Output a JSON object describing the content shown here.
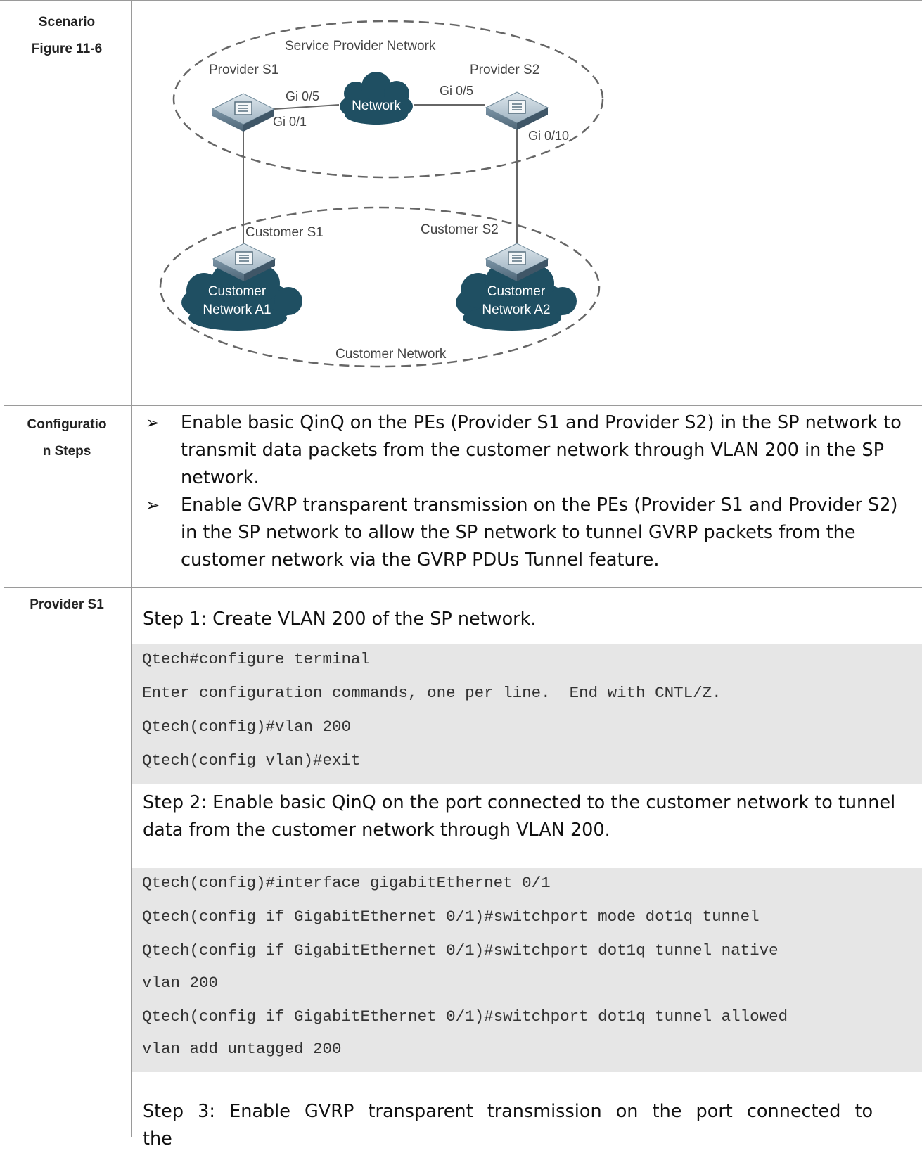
{
  "labels": {
    "scenario": "Scenario",
    "figure": "Figure 11-6",
    "config_steps_1": "Configuratio",
    "config_steps_2": "n Steps",
    "provider": "Provider S1"
  },
  "diagram": {
    "sp_network": "Service Provider  Network",
    "provider_s1": "Provider S1",
    "provider_s2": "Provider S2",
    "network": "Network",
    "gi05_left": "Gi 0/5",
    "gi05_right": "Gi 0/5",
    "gi01": "Gi 0/1",
    "gi010": "Gi 0/10",
    "customer_s1": "Customer S1",
    "customer_s2": "Customer S2",
    "cust_a1_l1": "Customer",
    "cust_a1_l2": "Network A1",
    "cust_a2_l1": "Customer",
    "cust_a2_l2": "Network A2",
    "customer_network": "Customer Network"
  },
  "bullets": [
    {
      "lines": [
        "Enable basic QinQ on the PEs (Provider S1 and Provider S2) in the SP network to",
        "transmit data packets from the customer network through VLAN 200 in the SP",
        "network."
      ]
    },
    {
      "lines": [
        "Enable GVRP transparent transmission on the PEs (Provider S1 and Provider S2)",
        "in the SP network to allow the SP network to tunnel GVRP packets from the",
        "customer network via the GVRP PDUs Tunnel feature."
      ]
    }
  ],
  "step1": "Step 1: Create VLAN 200 of the SP network.",
  "code1": [
    "Qtech#configure terminal",
    "Enter configuration commands, one per line.  End with CNTL/Z.",
    "Qtech(config)#vlan 200",
    "Qtech(config vlan)#exit"
  ],
  "step2_l1": "Step 2: Enable basic QinQ on the port connected to the customer network to tunnel",
  "step2_l2": "data from the customer network through VLAN 200.",
  "code2": [
    "Qtech(config)#interface gigabitEthernet 0/1",
    "Qtech(config if GigabitEthernet 0/1)#switchport mode dot1q tunnel",
    "Qtech(config if GigabitEthernet 0/1)#switchport dot1q tunnel native",
    "vlan 200",
    "Qtech(config if GigabitEthernet 0/1)#switchport dot1q tunnel allowed",
    "vlan add untagged 200"
  ],
  "step3": "Step 3: Enable GVRP transparent transmission on the port connected to the",
  "colors": {
    "cloud": "#1f4f62",
    "border": "#9a9a9a",
    "code_bg": "#e6e6e6"
  }
}
